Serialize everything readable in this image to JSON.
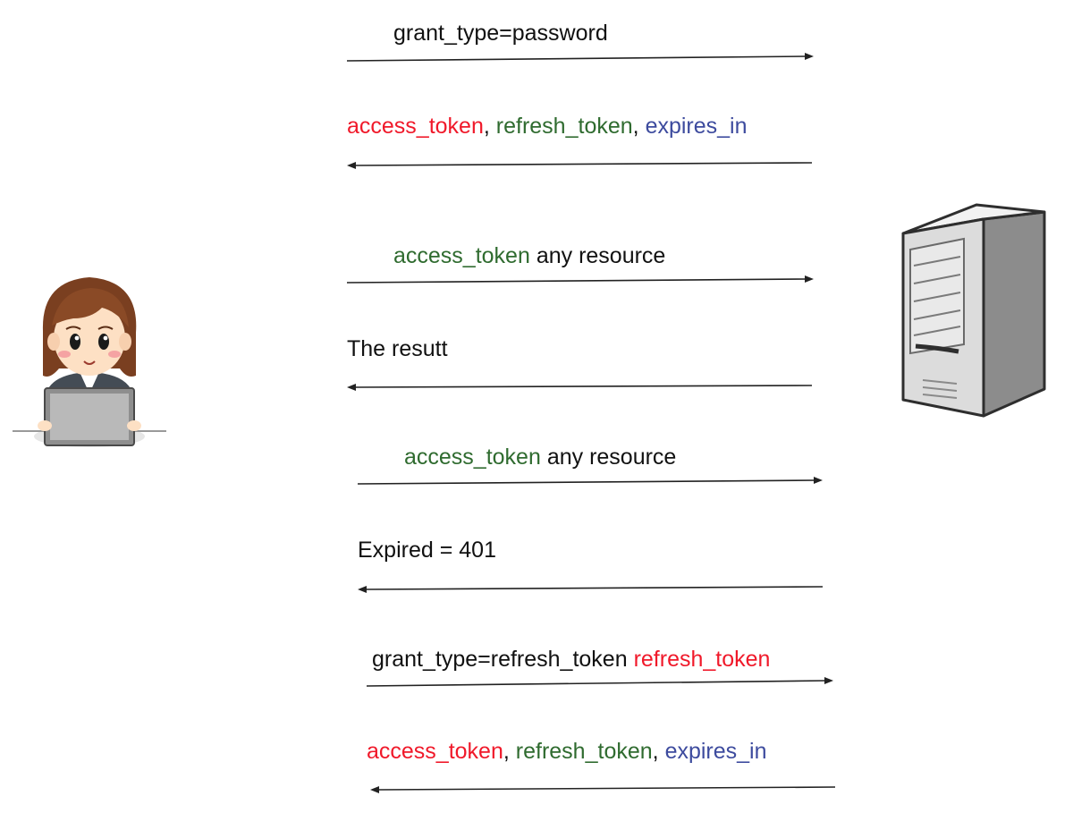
{
  "colors": {
    "black": "#111111",
    "red": "#f0192a",
    "green": "#2f6b2f",
    "blue": "#3d4b9e",
    "arrow": "#222222"
  },
  "messages": [
    {
      "direction": "to-server",
      "segments": [
        {
          "text": "grant_type=password",
          "color": "black"
        }
      ]
    },
    {
      "direction": "to-client",
      "segments": [
        {
          "text": "access_token",
          "color": "red"
        },
        {
          "text": ", ",
          "color": "black"
        },
        {
          "text": "refresh_token",
          "color": "green"
        },
        {
          "text": ", ",
          "color": "black"
        },
        {
          "text": "expires_in",
          "color": "blue"
        }
      ]
    },
    {
      "direction": "to-server",
      "segments": [
        {
          "text": "access_token",
          "color": "green"
        },
        {
          "text": " any resource",
          "color": "black"
        }
      ]
    },
    {
      "direction": "to-client",
      "segments": [
        {
          "text": "The resutt",
          "color": "black"
        }
      ]
    },
    {
      "direction": "to-server",
      "segments": [
        {
          "text": "access_token",
          "color": "green"
        },
        {
          "text": " any resource",
          "color": "black"
        }
      ]
    },
    {
      "direction": "to-client",
      "segments": [
        {
          "text": "Expired = 401",
          "color": "black"
        }
      ]
    },
    {
      "direction": "to-server",
      "segments": [
        {
          "text": "grant_type=refresh_token ",
          "color": "black"
        },
        {
          "text": "refresh_token",
          "color": "red"
        }
      ]
    },
    {
      "direction": "to-client",
      "segments": [
        {
          "text": "access_token",
          "color": "red"
        },
        {
          "text": ", ",
          "color": "black"
        },
        {
          "text": "refresh_token",
          "color": "green"
        },
        {
          "text": ", ",
          "color": "black"
        },
        {
          "text": "expires_in",
          "color": "blue"
        }
      ]
    }
  ],
  "icons": {
    "client": "user-at-laptop-icon",
    "server": "server-tower-icon"
  }
}
